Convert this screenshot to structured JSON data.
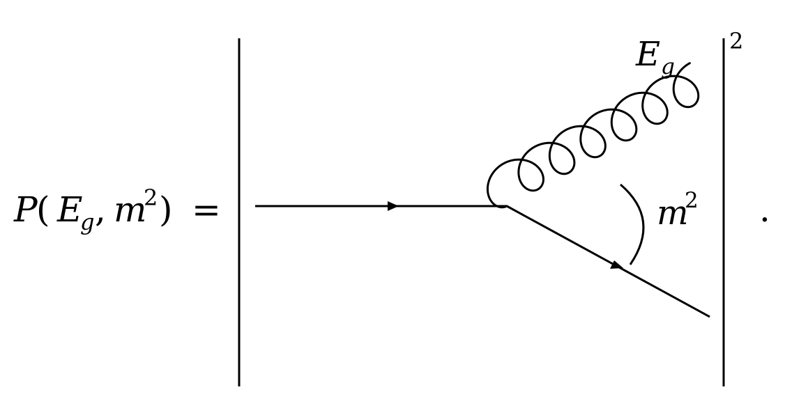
{
  "equation": {
    "lhs": {
      "function": "P",
      "open_paren": "(",
      "arg1_base": "E",
      "arg1_sub": "g",
      "comma": ",",
      "arg2_base": "m",
      "arg2_sup": "2",
      "close_paren": ")",
      "equals": "="
    },
    "abs_exponent": "2",
    "trailing_period": "."
  },
  "feynman_diagram": {
    "lines": [
      {
        "kind": "fermion",
        "arrow": true
      },
      {
        "kind": "fermion",
        "arrow": true
      },
      {
        "kind": "gluon",
        "style": "curly"
      }
    ],
    "labels": {
      "gluon_energy_base": "E",
      "gluon_energy_sub": "g",
      "mass_base": "m",
      "mass_sup": "2"
    }
  },
  "colors": {
    "ink": "#000000",
    "background": "#ffffff"
  }
}
